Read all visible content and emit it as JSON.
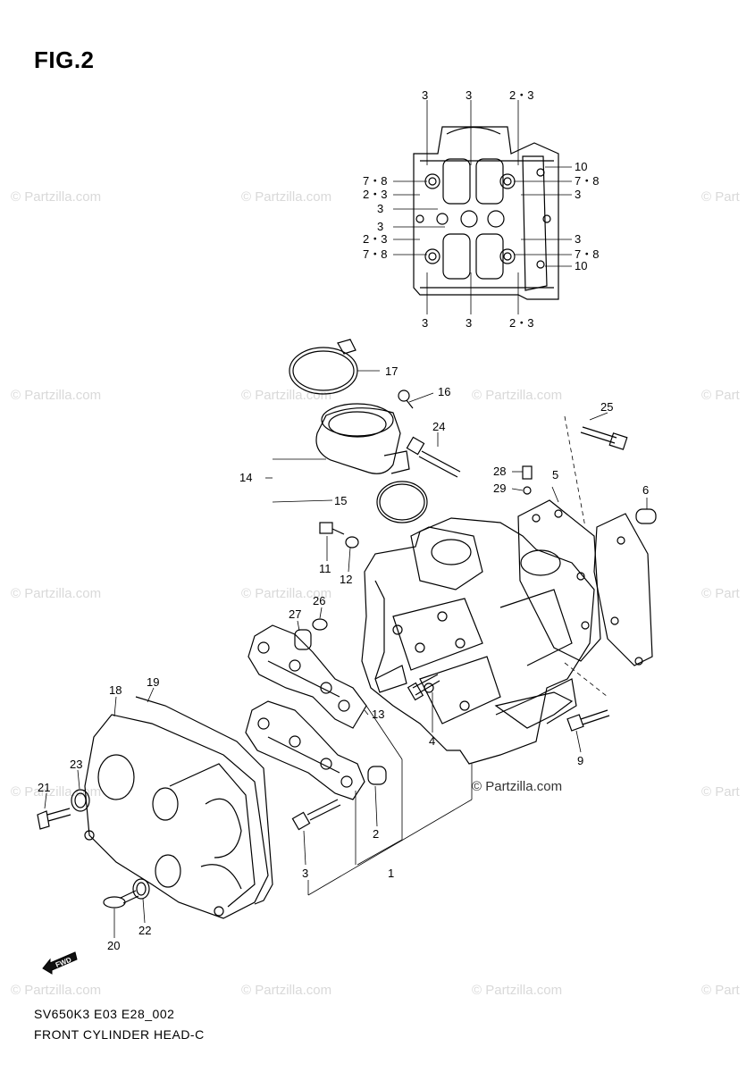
{
  "figure_title": "FIG.2",
  "footer": {
    "code": "SV650K3 E03 E28_002",
    "title": "FRONT CYLINDER HEAD-C"
  },
  "watermark": {
    "repeat_text": "© Partzilla.com",
    "edge_text": "© Part",
    "main_text": "© Partzilla.com"
  },
  "fwd_label": "FWD",
  "callouts_top": [
    {
      "id": "t1",
      "label": "3"
    },
    {
      "id": "t2",
      "label": "3"
    },
    {
      "id": "t3",
      "label": "2・3"
    },
    {
      "id": "t4",
      "label": "10"
    },
    {
      "id": "t5",
      "label": "7・8"
    },
    {
      "id": "t6",
      "label": "7・8"
    },
    {
      "id": "t7",
      "label": "2・3"
    },
    {
      "id": "t8",
      "label": "3"
    },
    {
      "id": "t9",
      "label": "3"
    },
    {
      "id": "t10",
      "label": "3"
    },
    {
      "id": "t11",
      "label": "2・3"
    },
    {
      "id": "t12",
      "label": "3"
    },
    {
      "id": "t13",
      "label": "7・8"
    },
    {
      "id": "t14",
      "label": "7・8"
    },
    {
      "id": "t15",
      "label": "10"
    },
    {
      "id": "t16",
      "label": "3"
    },
    {
      "id": "t17",
      "label": "3"
    },
    {
      "id": "t18",
      "label": "2・3"
    }
  ],
  "callouts_main": [
    {
      "id": "m17",
      "label": "17"
    },
    {
      "id": "m16",
      "label": "16"
    },
    {
      "id": "m25a",
      "label": "25"
    },
    {
      "id": "m24",
      "label": "24"
    },
    {
      "id": "m14",
      "label": "14"
    },
    {
      "id": "m28",
      "label": "28"
    },
    {
      "id": "m5",
      "label": "5"
    },
    {
      "id": "m29",
      "label": "29"
    },
    {
      "id": "m6",
      "label": "6"
    },
    {
      "id": "m15",
      "label": "15"
    },
    {
      "id": "m11",
      "label": "11"
    },
    {
      "id": "m12",
      "label": "12"
    },
    {
      "id": "m26",
      "label": "26"
    },
    {
      "id": "m27",
      "label": "27"
    },
    {
      "id": "m19",
      "label": "19"
    },
    {
      "id": "m18",
      "label": "18"
    },
    {
      "id": "m13",
      "label": "13"
    },
    {
      "id": "m4",
      "label": "4"
    },
    {
      "id": "m9",
      "label": "9"
    },
    {
      "id": "m23",
      "label": "23"
    },
    {
      "id": "m21",
      "label": "21"
    },
    {
      "id": "m2",
      "label": "2"
    },
    {
      "id": "m3",
      "label": "3"
    },
    {
      "id": "m1",
      "label": "1"
    },
    {
      "id": "m22",
      "label": "22"
    },
    {
      "id": "m20",
      "label": "20"
    }
  ]
}
